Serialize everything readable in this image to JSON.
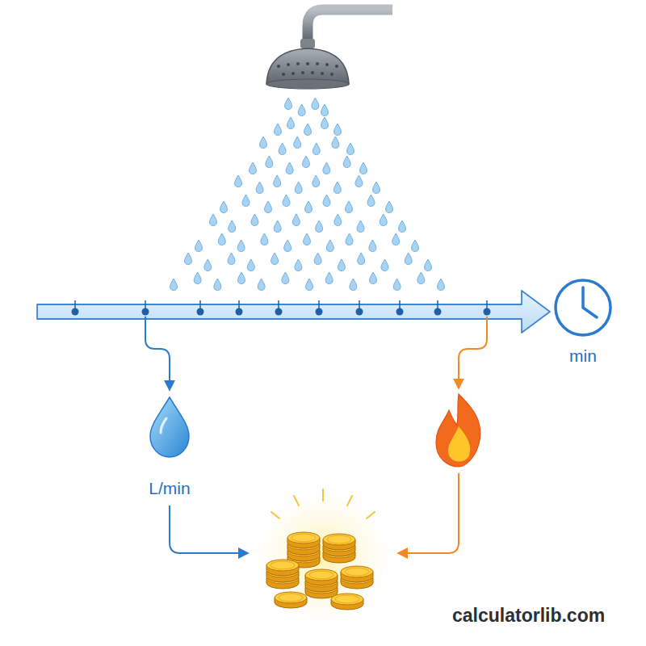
{
  "diagram": {
    "labels": [
      "min",
      "L/min",
      "calculatorlib.com"
    ]
  }
}
